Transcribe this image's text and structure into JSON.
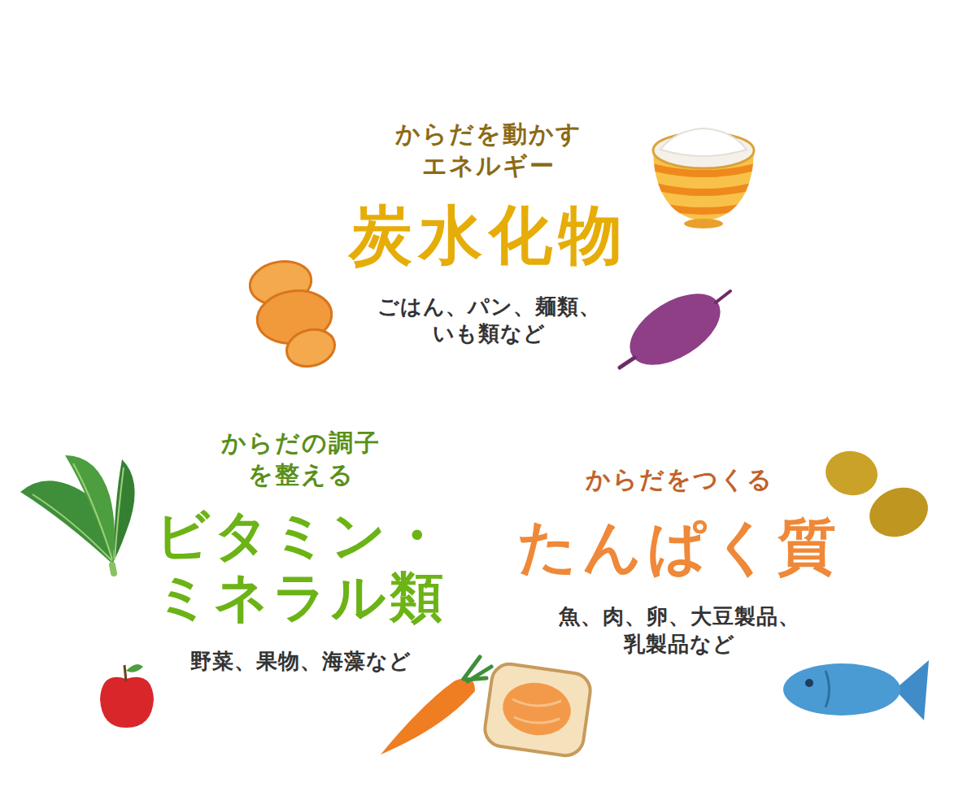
{
  "diagram": {
    "nodes": [
      {
        "text": [
          "からだを動かす エネルギー",
          "炭水化物",
          "ごはん、パン、麺類、 いも類など"
        ]
      },
      {
        "text": [
          "からだの調子 を整える",
          "ビタミン・ ミネラル類",
          "野菜、果物、海藻など"
        ]
      },
      {
        "text": [
          "からだをつくる",
          "たんぱく質",
          "魚、肉、卵、大豆製品、 乳製品など"
        ]
      }
    ]
  }
}
